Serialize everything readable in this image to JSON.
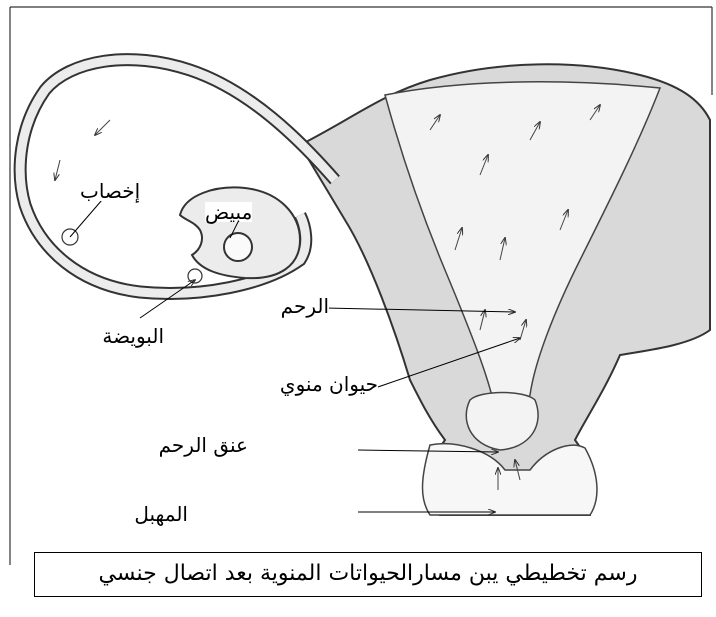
{
  "labels": {
    "fertilization": "إخصاب",
    "ovary": "مبيض",
    "ovum": "البويضة",
    "uterus": "الرحم",
    "sperm": "حيوان منوي",
    "cervix": "عنق الرحم",
    "vagina": "المهبل"
  },
  "caption": "رسم تخطيطي يبن مسارالحيواتات المنوية بعد اتصال جنسي",
  "colors": {
    "outline": "#333333",
    "wall": "#d0d0d0",
    "cavity": "#f2f2f2",
    "background": "#ffffff"
  }
}
